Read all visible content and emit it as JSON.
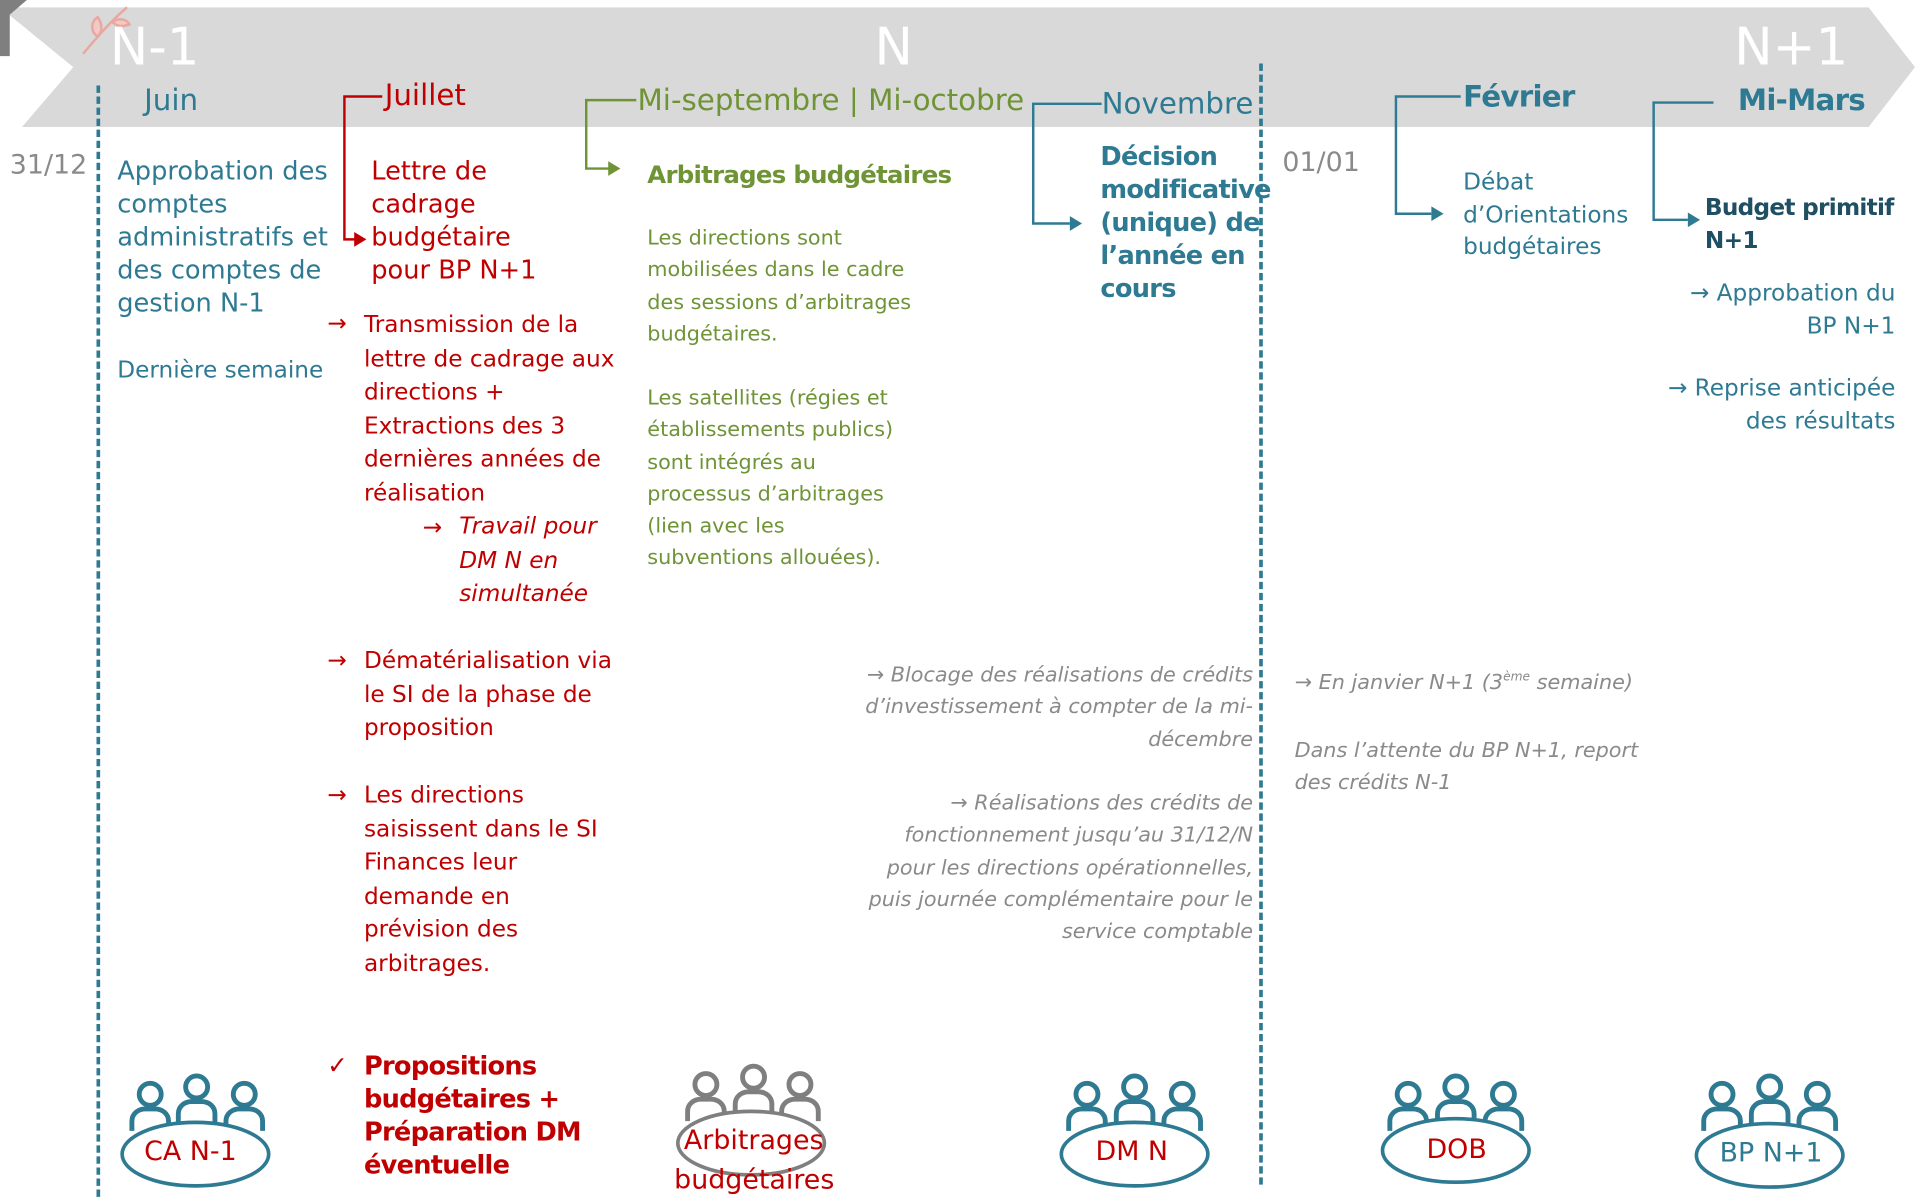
{
  "colors": {
    "teal": "#2e7a93",
    "red": "#c00000",
    "green": "#6f9436",
    "gray": "#8a8a8a",
    "banner": "#d9d9d9",
    "dashed": "#2e7a93"
  },
  "banner": {
    "year_prev": "N-1",
    "year_current": "N",
    "year_next": "N+1"
  },
  "periods": {
    "juin": "Juin",
    "juillet": "Juillet",
    "sept_oct": "Mi-septembre | Mi-octobre",
    "novembre": "Novembre",
    "fevrier": "Février",
    "mi_mars": "Mi-Mars"
  },
  "dates": {
    "end_year": "31/12",
    "start_year": "01/01"
  },
  "juin": {
    "title": "Approbation des\ncomptes\nadministratifs et\ndes comptes de\ngestion N-1",
    "timing": "Dernière semaine"
  },
  "juillet": {
    "title": "Lettre de\ncadrage\nbudgétaire\npour BP N+1",
    "bullet1": "Transmission de la\nlettre de cadrage aux\ndirections +\nExtractions des 3\ndernières années de\nréalisation",
    "sub1": "Travail pour\nDM N en\nsimultanée",
    "bullet2": "Dématérialisation via\nle SI de la phase de\nproposition",
    "bullet3": "Les directions\nsaisissent dans le SI\nFinances leur\ndemande en\nprévision des\narbitrages.",
    "check": "Propositions\nbudgétaires +\nPréparation DM\néventuelle"
  },
  "arbitrages": {
    "title": "Arbitrages budgétaires",
    "para1": "Les directions sont\nmobilisées dans le cadre\ndes sessions d’arbitrages\nbudgétaires.",
    "para2": "Les satellites (régies et\nétablissements publics)\nsont intégrés au\nprocessus d’arbitrages\n(lien avec les\nsubventions allouées)."
  },
  "novembre": {
    "title": "Décision\nmodificative\n(unique) de\nl’année en\ncours"
  },
  "notes_n": {
    "note1": "→ Blocage des réalisations de crédits\nd’investissement à compter de la mi-\ndécembre",
    "note2": "→ Réalisations des crédits de\nfonctionnement jusqu’au 31/12/N\npour les directions opérationnelles,\npuis journée complémentaire pour le\nservice comptable"
  },
  "notes_n1": {
    "note1_prefix": "→ En janvier N+1 (3",
    "note1_sup": "ème",
    "note1_suffix": " semaine)",
    "note2": "Dans l’attente du BP N+1, report\ndes crédits N-1"
  },
  "fevrier": {
    "title": "Débat\nd’Orientations\nbudgétaires"
  },
  "mars": {
    "title": "Budget primitif\nN+1",
    "item1": "→ Approbation du\nBP N+1",
    "item2": "→ Reprise anticipée\ndes résultats"
  },
  "meetings": {
    "ca": "CA N-1",
    "arb_line1": "Arbitrages",
    "arb_line2": "budgétaires",
    "dm": "DM N",
    "dob": "DOB",
    "bp": "BP N+1"
  },
  "symbols": {
    "arrow": "→",
    "check": "✓"
  },
  "icons": [
    "people-group-icon",
    "leaf-decoration-icon",
    "flag-corner-icon"
  ]
}
